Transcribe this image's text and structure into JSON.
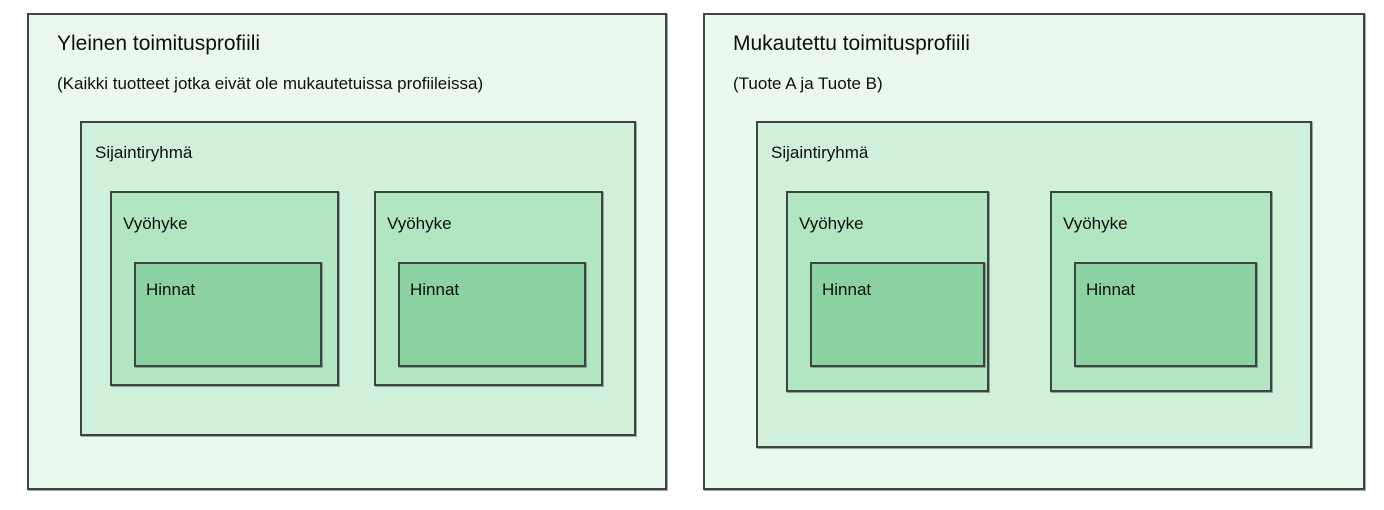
{
  "diagram": {
    "panels": [
      {
        "id": "general",
        "title": "Yleinen toimitusprofiili",
        "subtitle": "(Kaikki tuotteet jotka eivät ole mukautetuissa profiileissa)",
        "group": {
          "label": "Sijaintiryhmä",
          "zones": [
            {
              "label": "Vyöhyke",
              "prices": {
                "label": "Hinnat"
              }
            },
            {
              "label": "Vyöhyke",
              "prices": {
                "label": "Hinnat"
              }
            }
          ]
        }
      },
      {
        "id": "custom",
        "title": "Mukautettu toimitusprofiili",
        "subtitle": "(Tuote A ja Tuote B)",
        "group": {
          "label": "Sijaintiryhmä",
          "zones": [
            {
              "label": "Vyöhyke",
              "prices": {
                "label": "Hinnat"
              }
            },
            {
              "label": "Vyöhyke",
              "prices": {
                "label": "Hinnat"
              }
            }
          ]
        }
      }
    ],
    "colors": {
      "profile_fill": "#eaf8ee",
      "group_fill": "#d0f0da",
      "zone_fill": "#b2e6c2",
      "prices_fill": "#8cd2a0",
      "border": "#3d4543",
      "text": "#0d0f0e",
      "background": "#ffffff"
    }
  }
}
